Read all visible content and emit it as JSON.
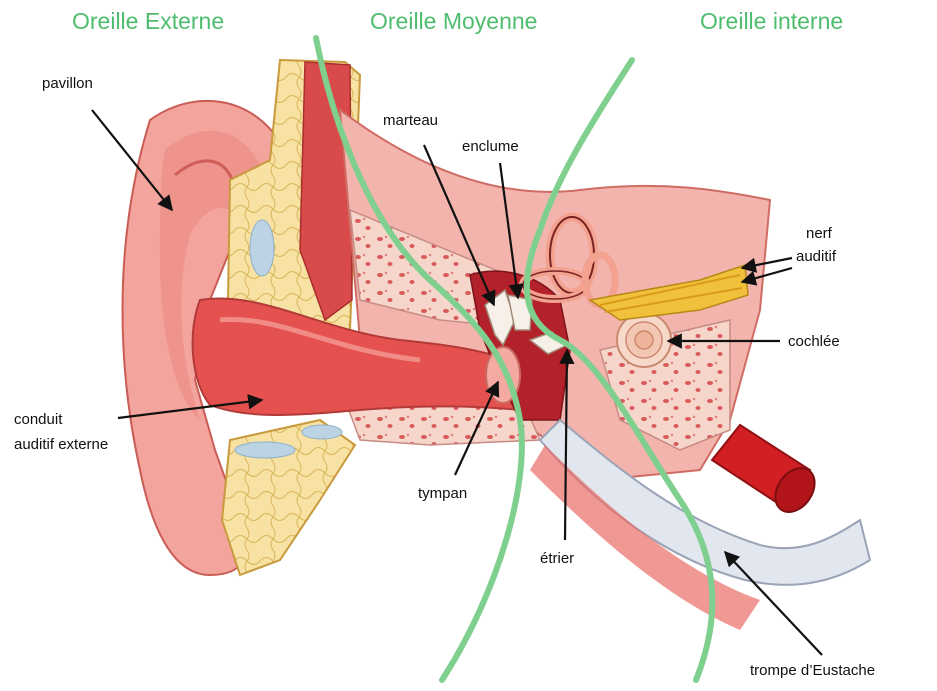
{
  "regions": {
    "outer": "Oreille Externe",
    "middle": "Oreille Moyenne",
    "inner": "Oreille interne"
  },
  "labels": {
    "pavillon": "pavillon",
    "marteau": "marteau",
    "enclume": "enclume",
    "nerf_line1": "nerf",
    "nerf_line2": "auditif",
    "cochlee": "cochlée",
    "conduit_line1": "conduit",
    "conduit_line2": "auditif externe",
    "tympan": "tympan",
    "etrier": "étrier",
    "trompe": "trompe d’Eustache"
  },
  "colors": {
    "region_text": "#4fbd6e",
    "divider": "#7fcf8e",
    "skin": "#f3a49c",
    "flesh": "#e4514f",
    "cartilage": "#f6dc8e",
    "bone": "#f7d7cf",
    "artery": "#d21f24"
  }
}
